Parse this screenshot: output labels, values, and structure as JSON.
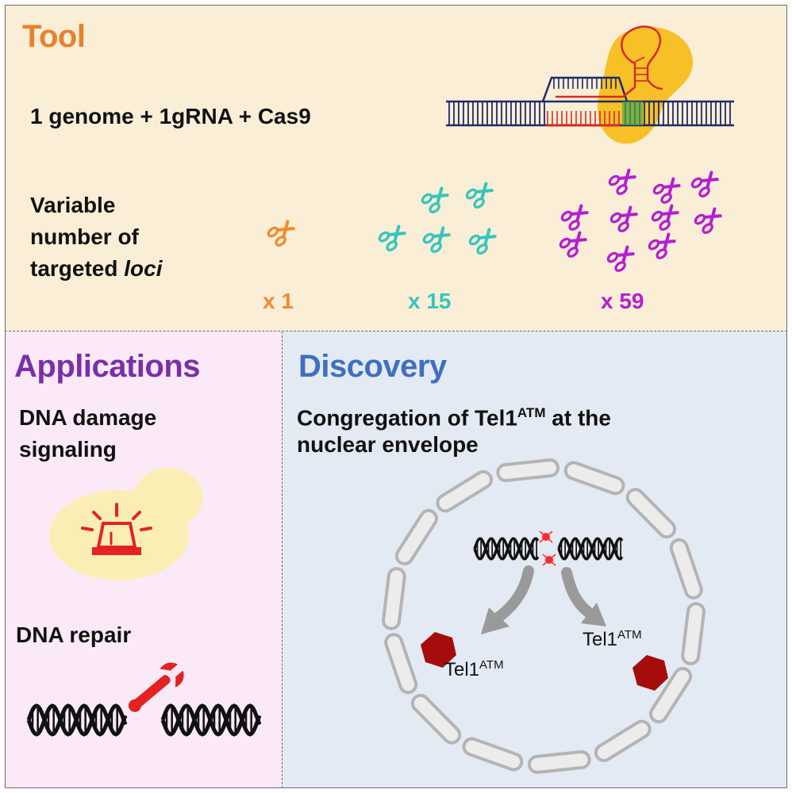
{
  "tool": {
    "heading": "Tool",
    "equation": "1 genome + 1gRNA  + Cas9",
    "loci_line1": "Variable",
    "loci_line2": "number of",
    "loci_line3_prefix": "targeted ",
    "loci_line3_italic": "loci",
    "counts": [
      {
        "label": "x 1",
        "color": "#f08a2e"
      },
      {
        "label": "x 15",
        "color": "#34c6bd"
      },
      {
        "label": "x 59",
        "color": "#b41fd1"
      }
    ],
    "scissors_icon": "scissors-icon"
  },
  "applications": {
    "heading": "Applications",
    "heading_color": "#7a2fa8",
    "signaling_line1": "DNA damage",
    "signaling_line2": "signaling",
    "alarm_icon": "alarm-light-icon",
    "repair_label": "DNA repair",
    "wrench_icon": "wrench-icon"
  },
  "discovery": {
    "heading": "Discovery",
    "heading_color": "#3f6fc0",
    "title_line1_prefix": "Congregation of Tel1",
    "title_line1_sup": "ATM",
    "title_line1_suffix": " at  the",
    "title_line2": "nuclear envelope",
    "protein_base": "Tel1",
    "protein_sup": "ATM"
  },
  "colors": {
    "tool_bg": "#fbeed6",
    "app_bg": "#fbe9f8",
    "disc_bg": "#e4eaf4",
    "tool_heading": "#e8812e",
    "cas9": "#f7bd1c",
    "grna": "#d42a2a",
    "dna_strand": "#1c2a6b",
    "pam": "#4aa84a",
    "tel1": "#a50d0d",
    "damage": "#ff2a2a"
  }
}
